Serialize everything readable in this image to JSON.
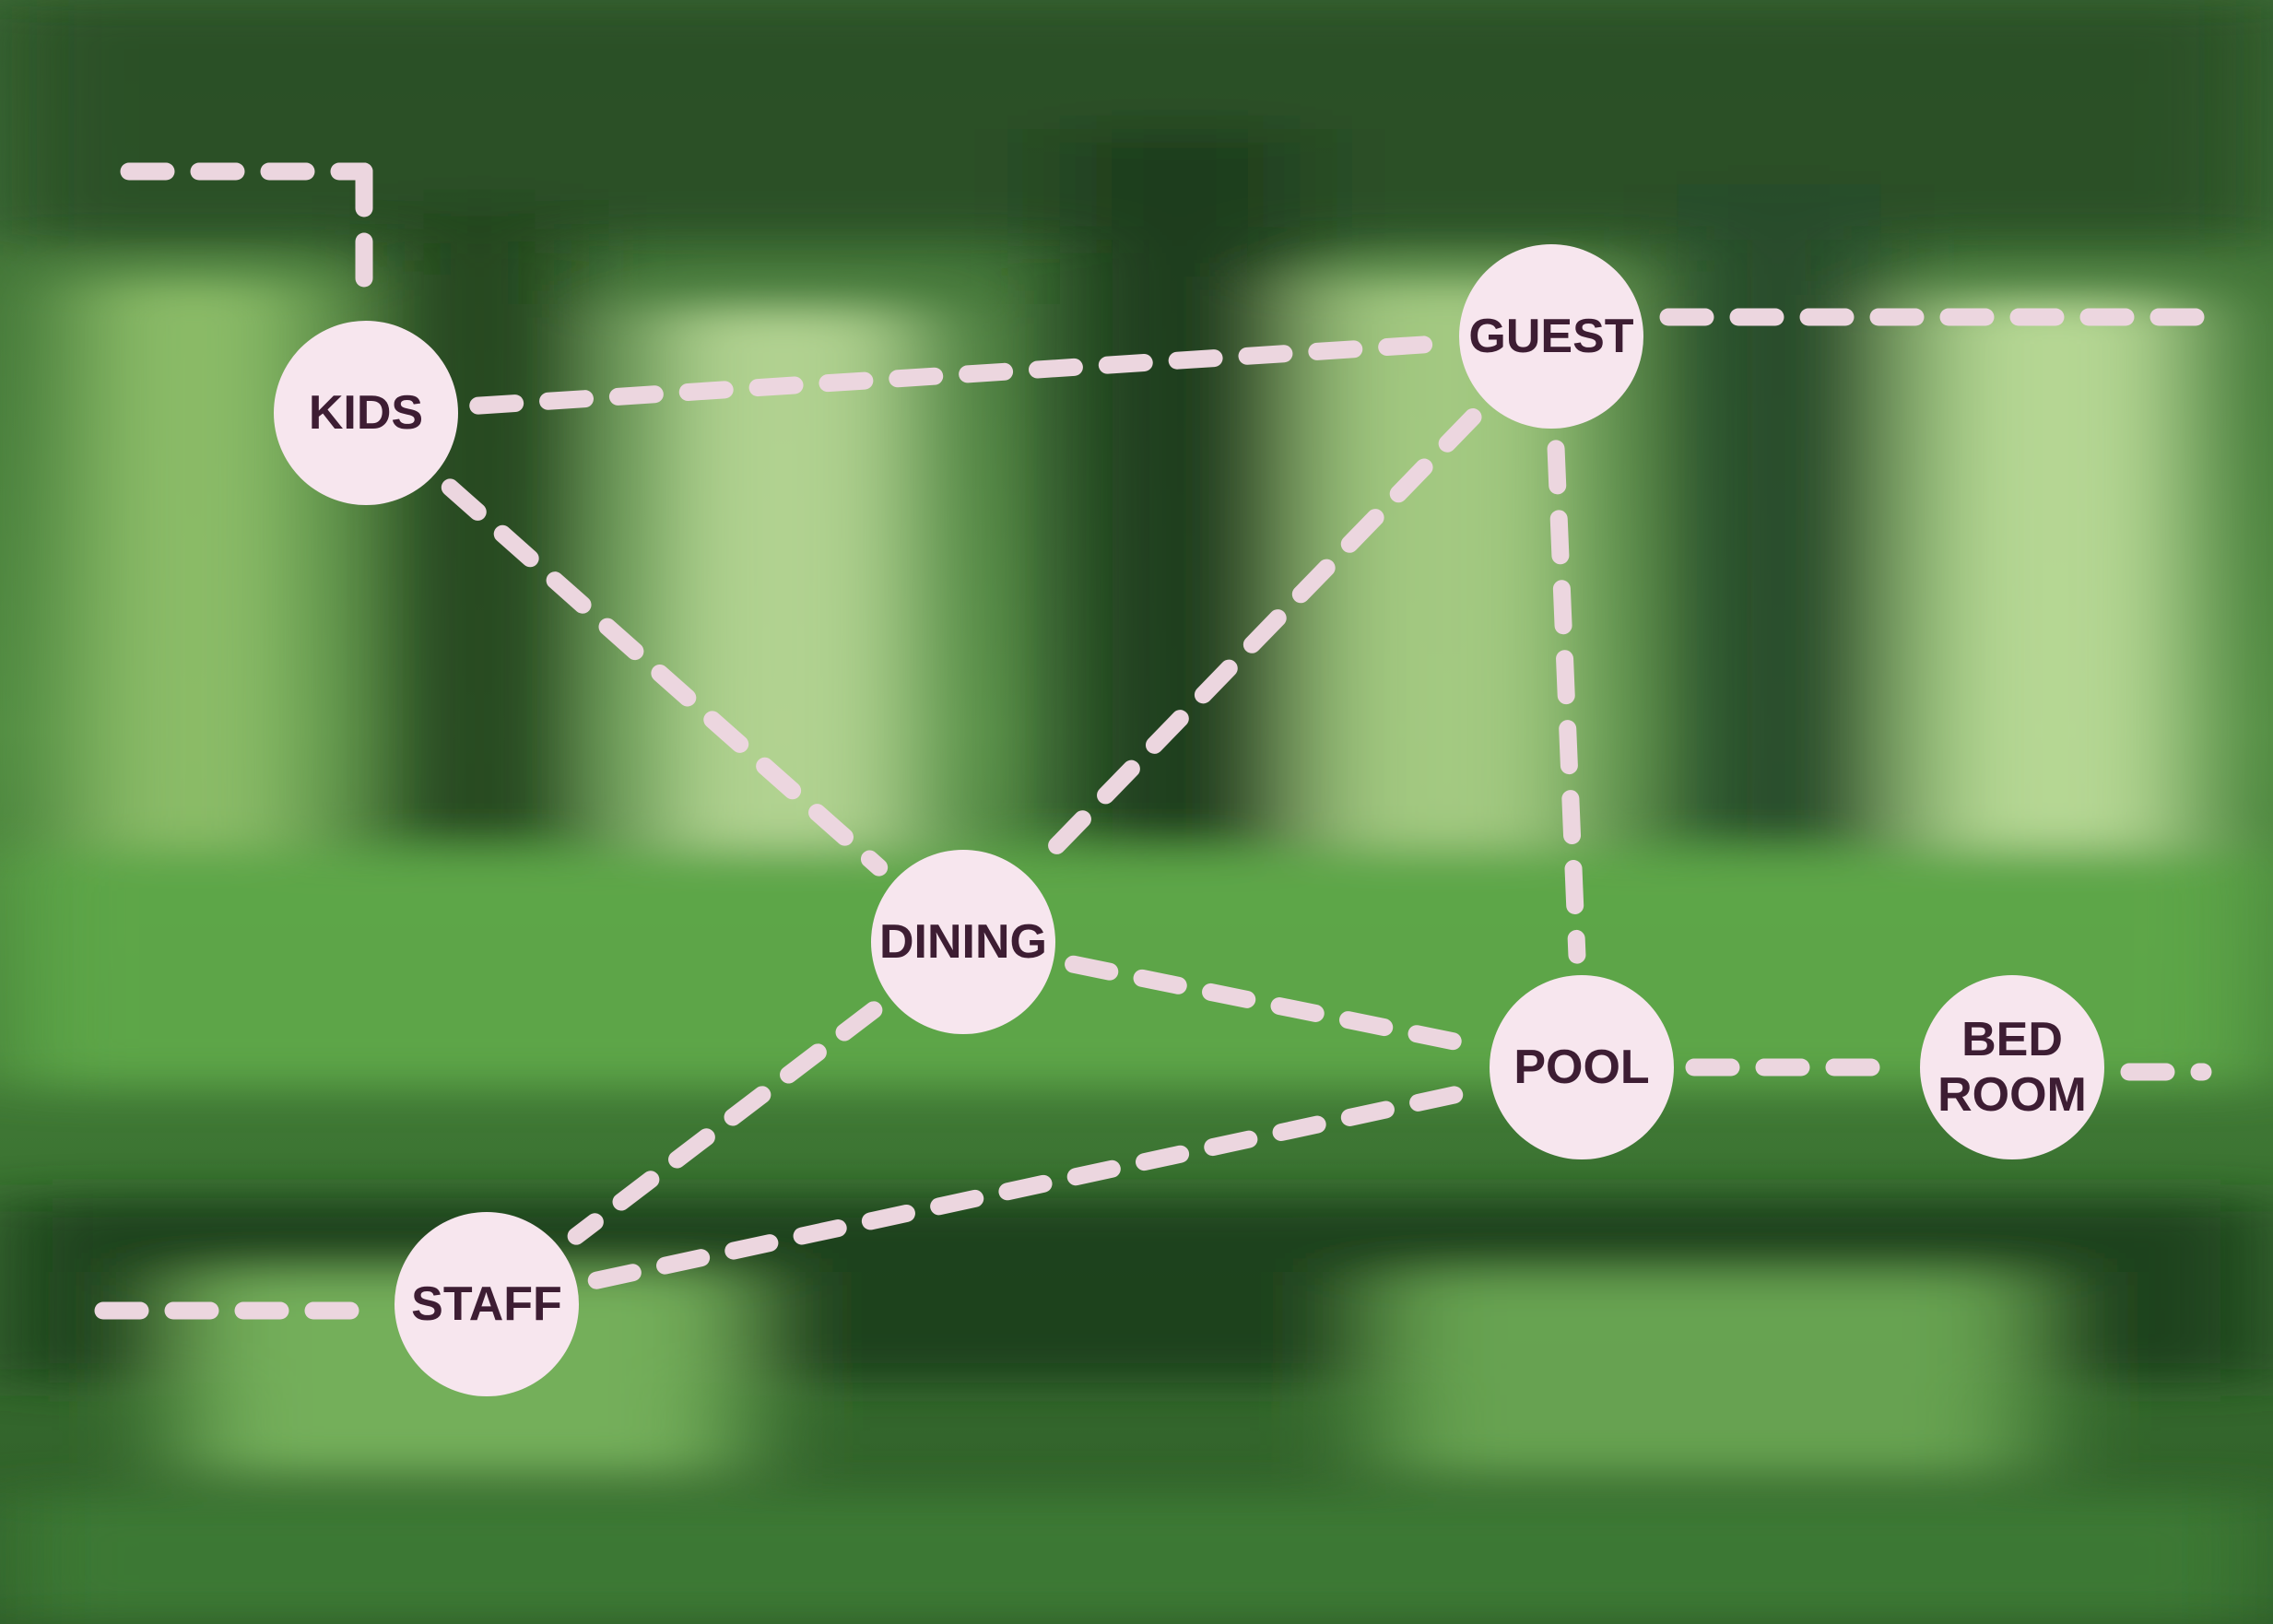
{
  "colors": {
    "node_fill": "#f7e6ee",
    "edge_stroke": "#ecd6df",
    "label_text": "#3d1d33",
    "background_dark": "#1f3d1b",
    "background_mid": "#3e7a34",
    "background_light": "#a9cf8a"
  },
  "nodes": [
    {
      "id": "kids",
      "label": "KIDS"
    },
    {
      "id": "guest",
      "label": "GUEST"
    },
    {
      "id": "dining",
      "label": "DINING"
    },
    {
      "id": "pool",
      "label": "POOL"
    },
    {
      "id": "bedroom",
      "label": "BED ROOM",
      "lines": [
        "BED",
        "ROOM"
      ]
    },
    {
      "id": "staff",
      "label": "STAFF"
    }
  ],
  "edges": [
    {
      "from": "kids",
      "to": "guest"
    },
    {
      "from": "kids",
      "to": "dining"
    },
    {
      "from": "guest",
      "to": "dining"
    },
    {
      "from": "guest",
      "to": "pool"
    },
    {
      "from": "dining",
      "to": "pool"
    },
    {
      "from": "dining",
      "to": "staff"
    },
    {
      "from": "staff",
      "to": "pool"
    },
    {
      "from": "pool",
      "to": "bedroom"
    }
  ]
}
